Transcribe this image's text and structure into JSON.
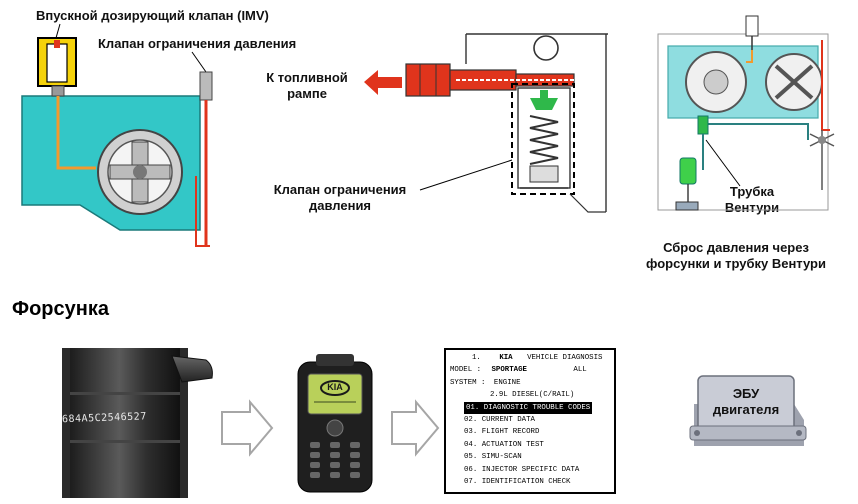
{
  "labels": {
    "imv": "Впускной дозирующий клапан (IMV)",
    "pressure_valve_top": "Клапан ограничения давления",
    "to_rail_line1": "К топливной",
    "to_rail_line2": "рампе",
    "pressure_valve_mid_line1": "Клапан ограничения",
    "pressure_valve_mid_line2": "давления",
    "venturi_line1": "Трубка",
    "venturi_line2": "Вентури",
    "release_line1": "Сброс давления через",
    "release_line2": "форсунки и трубку Вентури",
    "section_injector": "Форсунка",
    "ecu_line1": "ЭБУ",
    "ecu_line2": "двигателя",
    "injector_code": "684A5C2546527"
  },
  "scanner": {
    "title_num": "1.",
    "title_brand": "KIA",
    "title_text": "VEHICLE DIAGNOSIS",
    "model_label": "MODEL  :",
    "model_value": "SPORTAGE",
    "model_all": "ALL",
    "system_label": "SYSTEM :",
    "system_value": "ENGINE",
    "engine_spec": "2.9L DIESEL(C/RAIL)",
    "items": [
      "01. DIAGNOSTIC TROUBLE CODES",
      "02. CURRENT DATA",
      "03. FLIGHT RECORD",
      "04. ACTUATION TEST",
      "05. SIMU-SCAN",
      "06. INJECTOR SPECIFIC DATA",
      "07. IDENTIFICATION CHECK"
    ],
    "device_brand": "KIA"
  },
  "colors": {
    "pump_body": "#33c7c7",
    "fuel_red": "#e0341c",
    "valve_green": "#2fb84a",
    "ecu_body": "#c9ccd6",
    "arrow_gray": "#a6a6a6"
  }
}
